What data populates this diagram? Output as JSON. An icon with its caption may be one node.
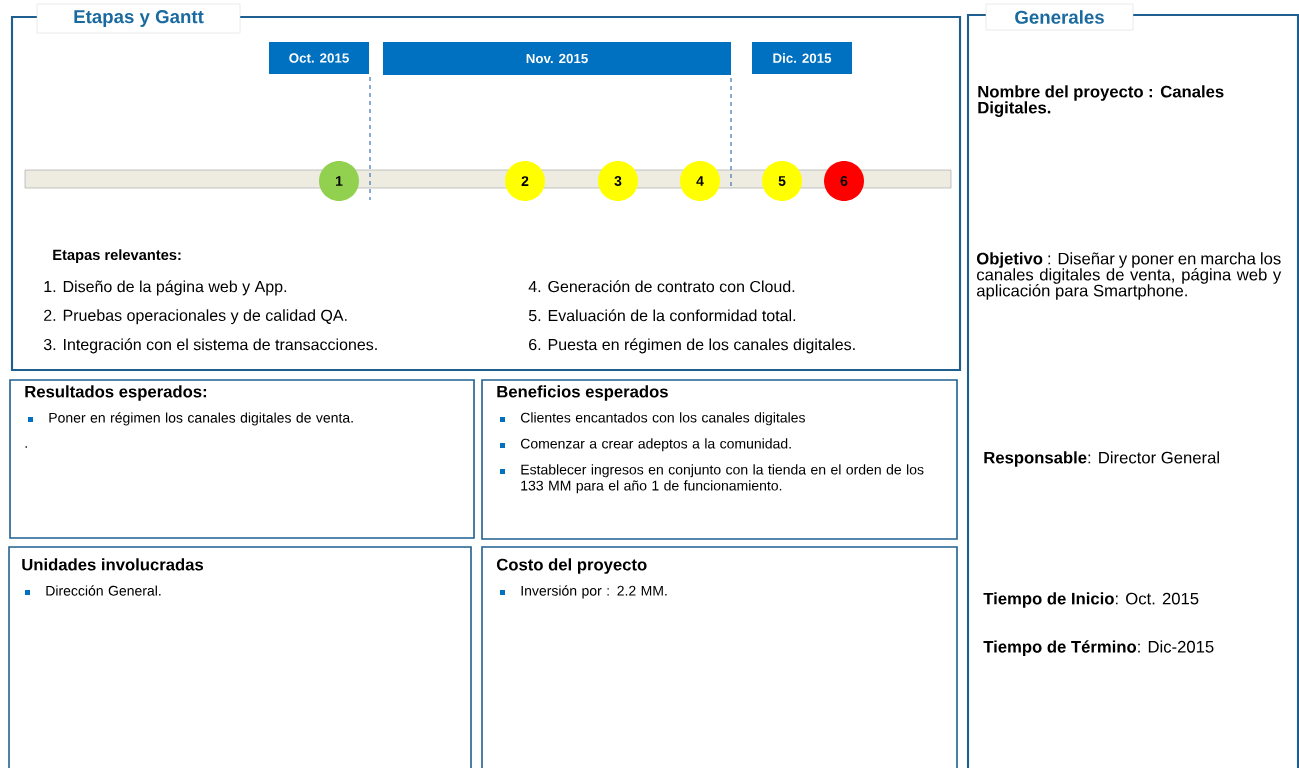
{
  "diagram": {
    "nodes": [
      {
        "text": [
          "Etapas y Gantt",
          "Etapas relevantes:",
          "1. Diseño de la página web y App.",
          "2. Pruebas operacionales y de calidad QA.",
          "3. Integración con el sistema de transacciones.",
          "4. Generación de contrato con Cloud.",
          "5. Evaluación de la conformidad total.",
          "6. Puesta en régimen de los canales digitales."
        ]
      },
      {
        "text": [
          "Oct. 2015"
        ],
        "in": 0
      },
      {
        "text": [
          "Nov. 2015"
        ],
        "in": 0
      },
      {
        "text": [
          "Dic. 2015"
        ],
        "in": 0
      },
      {
        "text": [],
        "shape": "bar",
        "in": 0
      },
      {
        "text": [
          "1"
        ],
        "in": 0
      },
      {
        "text": [
          "2"
        ],
        "in": 0
      },
      {
        "text": [
          "3"
        ],
        "in": 0
      },
      {
        "text": [
          "4"
        ],
        "in": 0
      },
      {
        "text": [
          "5"
        ],
        "in": 0
      },
      {
        "text": [
          "6"
        ],
        "in": 0
      },
      {
        "text": [
          "Resultados esperados:",
          "Poner en régimen los canales digitales de venta.",
          "."
        ]
      },
      {
        "text": [
          "Beneficios esperados",
          "Clientes encantados con los canales digitales",
          "Comenzar a crear adeptos a la comunidad.",
          "Establecer ingresos en conjunto con la tienda en el orden de los 133 MM para el año 1 de funcionamiento."
        ]
      },
      {
        "text": [
          "Unidades involucradas",
          "Dirección General."
        ]
      },
      {
        "text": [
          "Costo del proyecto",
          "Inversión por : 2.2 MM."
        ]
      },
      {
        "text": [
          "Generales",
          "Nombre del proyecto : Canales Digitales.",
          "**Objetivo** : Diseñar y poner en marcha los canales digitales de venta, página web y aplicación para Smartphone.",
          "**Responsable**: Director General",
          "**Tiempo de Inicio**: Oct. 2015",
          "**Tiempo de Término**: Dic-2015"
        ]
      }
    ]
  }
}
